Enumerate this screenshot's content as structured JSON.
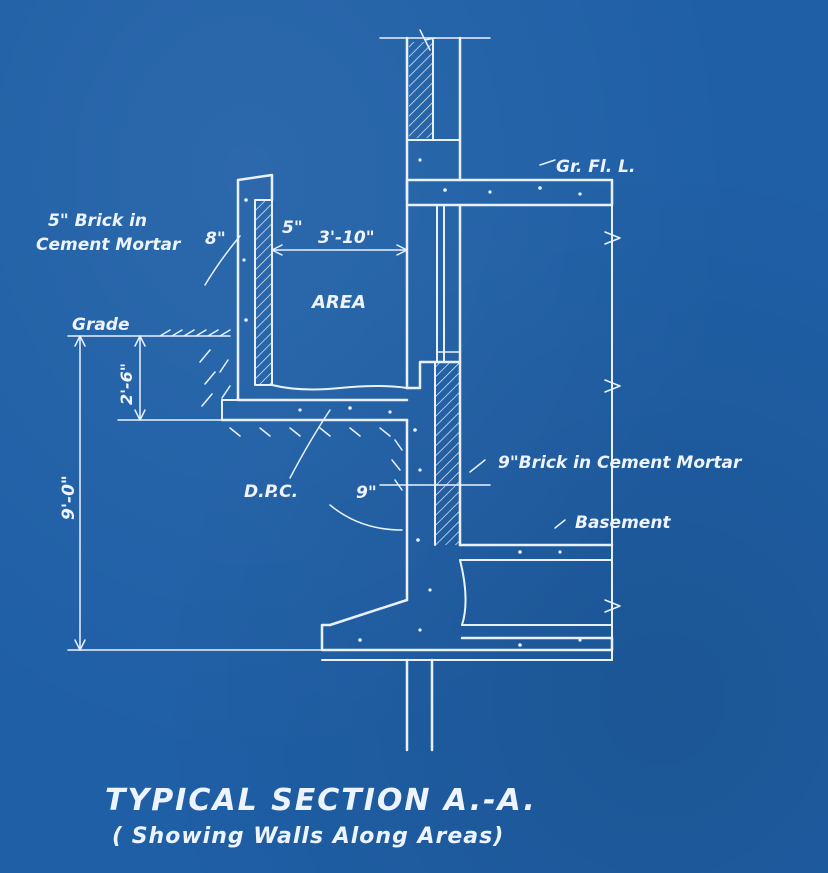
{
  "drawing": {
    "title": "TYPICAL SECTION A.-A.",
    "subtitle": "( Showing Walls Along Areas)",
    "labels": {
      "brick_5": "5\" Brick in",
      "cement_mortar": "Cement Mortar",
      "dim_8": "8\"",
      "dim_5": "5\"",
      "dim_3_10": "3'-10\"",
      "area": "AREA",
      "gr_fl_l": "Gr. Fl. L.",
      "grade": "Grade",
      "dim_2_6": "2'-6\"",
      "dim_9_0": "9'-0\"",
      "brick_9": "9\"Brick in Cement Mortar",
      "dpc": "D.P.C.",
      "dim_9": "9\"",
      "basement": "Basement"
    }
  },
  "colors": {
    "paper": "#1f5fa6",
    "ink": "#e9f1ff"
  }
}
